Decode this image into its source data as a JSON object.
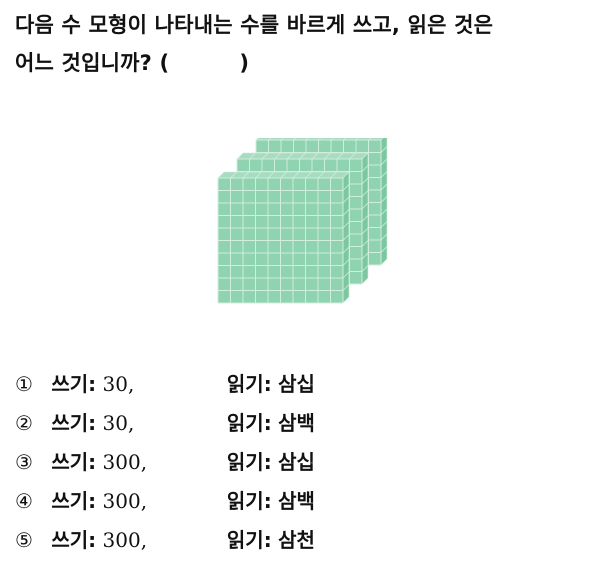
{
  "question": {
    "line1": "다음 수 모형이 나타내는 수를 바르게 쓰고, 읽은 것은",
    "line2_prefix": "어느 것입니까? (",
    "line2_suffix": ")"
  },
  "figure": {
    "icon": "base-ten-blocks-three-flats",
    "flat_count": 3,
    "color": "#8fd3b0",
    "grid_color": "#cfeedd"
  },
  "choices": [
    {
      "marker": "①",
      "write_label": "쓰기:",
      "write_value": "30,",
      "read_label": "읽기:",
      "read_value": "삼십"
    },
    {
      "marker": "②",
      "write_label": "쓰기:",
      "write_value": "30,",
      "read_label": "읽기:",
      "read_value": "삼백"
    },
    {
      "marker": "③",
      "write_label": "쓰기:",
      "write_value": "300,",
      "read_label": "읽기:",
      "read_value": "삼십"
    },
    {
      "marker": "④",
      "write_label": "쓰기:",
      "write_value": "300,",
      "read_label": "읽기:",
      "read_value": "삼백"
    },
    {
      "marker": "⑤",
      "write_label": "쓰기:",
      "write_value": "300,",
      "read_label": "읽기:",
      "read_value": "삼천"
    }
  ]
}
